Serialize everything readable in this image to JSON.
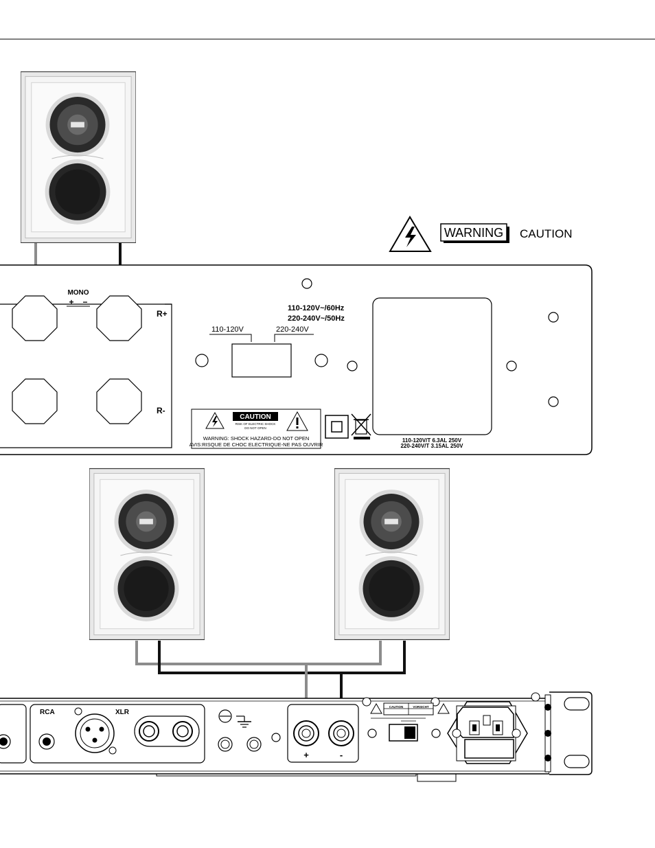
{
  "amp1": {
    "mono_label": "MONO",
    "mono_plus": "+",
    "mono_minus": "−",
    "r_plus": "R+",
    "r_minus": "R-",
    "voltage_line1": "110-120V~/60Hz",
    "voltage_line2": "220-240V~/50Hz",
    "switch_low": "110-120V",
    "switch_high": "220-240V",
    "fuse_line1": "110-120V/T 6.3AL 250V",
    "fuse_line2": "220-240V/T 3.15AL 250V",
    "caution_title": "CAUTION",
    "caution_small1": "RISK OF ELECTRIC SHOCK",
    "caution_small2": "DO NOT OPEN",
    "warning_line1": "WARNING: SHOCK HAZARD-DO NOT OPEN",
    "warning_line2": "AVIS:RISQUE DE CHOC ELECTRIQUE-NE PAS OUVRIR"
  },
  "legend": {
    "warning_label": "WARNING",
    "caution_label": "CAUTION"
  },
  "amp2": {
    "rca_label": "RCA",
    "xlr_label": "XLR",
    "out_plus": "+",
    "out_minus": "-",
    "caution_label": "CAUTION",
    "vorsicht_label": "VORSICHT"
  }
}
